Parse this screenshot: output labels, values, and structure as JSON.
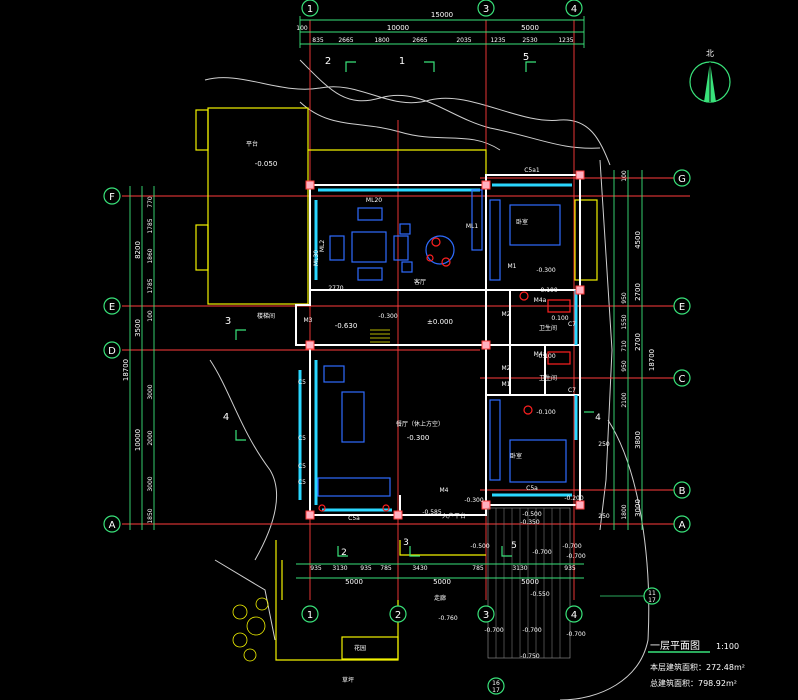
{
  "colors": {
    "background": "#000000",
    "wall": "#ffffff",
    "window": "#2ad7ff",
    "axis": "#ff3b3b",
    "dimension": "#39e27a",
    "terrace": "#f2f200",
    "furniture": "#2e6cff",
    "fixture": "#ff2020",
    "terrain": "#cfcfcf"
  },
  "axes": {
    "top": [
      "1",
      "3",
      "4"
    ],
    "bottom": [
      "1",
      "2",
      "3",
      "4"
    ],
    "left": [
      "F",
      "E",
      "D",
      "A"
    ],
    "right": [
      "G",
      "E",
      "C",
      "B",
      "A"
    ]
  },
  "dims": {
    "top_total": "15000",
    "top_mid": [
      "10000",
      "5000"
    ],
    "top_detail": [
      "835",
      "2665",
      "1800",
      "2665",
      "2035",
      "1235",
      "2530",
      "1235"
    ],
    "top_offset": "100",
    "bottom_detail": [
      "935",
      "3130",
      "935",
      "785",
      "3430",
      "785",
      "3130",
      "935"
    ],
    "bottom_mid": [
      "5000",
      "5000",
      "5000"
    ],
    "left_total": "18700",
    "left_mid": [
      "8200",
      "3500",
      "10000"
    ],
    "left_detail": [
      "770",
      "1785",
      "1860",
      "1785",
      "100",
      "3000",
      "2000",
      "3000",
      "1850"
    ],
    "right_total": "18700",
    "right_mid": [
      "4500",
      "2700",
      "2700",
      "3800",
      "3000"
    ],
    "right_detail": [
      "100",
      "950",
      "1550",
      "710",
      "950",
      "2100",
      "250",
      "1800",
      "250"
    ]
  },
  "section_marks": [
    "2",
    "1",
    "5",
    "3",
    "4",
    "2",
    "3",
    "5",
    "4"
  ],
  "room_labels": {
    "terrace_top": "平台",
    "terrace_top_level": "-0.050",
    "living": "客厅",
    "dining": "餐厅（休上方空）",
    "bed1": "卧室",
    "bed2": "卧室",
    "toilet1": "卫生间",
    "toilet2": "卫生间",
    "entrance": "入户平台",
    "garden": "花园",
    "lawn": "草坪",
    "corridor": "走廊",
    "stair_room": "楼梯间"
  },
  "levels": [
    "±0.000",
    "-0.300",
    "-0.630",
    "-0.300",
    "-0.100",
    "-0.100",
    "-0.100",
    "-0.300",
    "-0.585",
    "-0.500",
    "-0.500",
    "-0.700",
    "-0.700",
    "-0.550",
    "-0.760",
    "-0.700",
    "-0.750",
    "-0.700",
    "-0.700",
    "-0.700",
    "-0.200",
    "-0.350",
    "0.100"
  ],
  "door_tags": [
    "M1",
    "M1",
    "M2",
    "M2",
    "M3",
    "M4",
    "M4a",
    "M4a",
    "C5a1",
    "C5a",
    "C5a"
  ],
  "window_tags": [
    "ML2",
    "ML1",
    "C5",
    "C5",
    "C5",
    "C5",
    "C7",
    "C7"
  ],
  "drawing_title": "一层平面图",
  "scale": "1:100",
  "area_info": {
    "floor_area": "本层建筑面积：272.48m²",
    "total_area": "总建筑面积：798.92m²"
  },
  "detail_mark": {
    "top": "11",
    "bottom": "17",
    "bottom2": "16",
    "bottom2_low": "17"
  },
  "north_label": "北",
  "misc_labels": {
    "ml_top": "ML20",
    "ml_left": "ML30",
    "stair_level": "-0.300",
    "dim_2770": "2770"
  }
}
